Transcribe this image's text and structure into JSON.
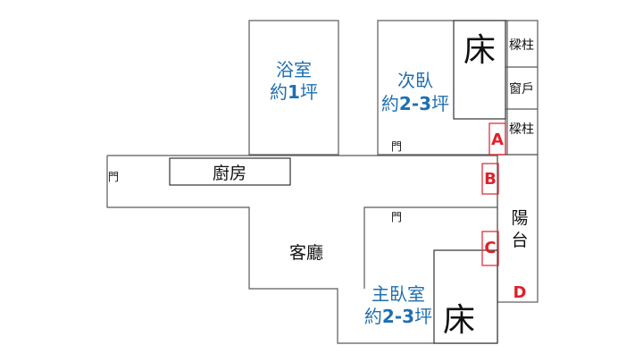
{
  "rooms": {
    "bathroom": {
      "line1": "浴室",
      "line2_prefix": "約",
      "line2_num": "1",
      "line2_suffix": "坪"
    },
    "second_bedroom": {
      "line1": "次臥",
      "line2_prefix": "約",
      "line2_num": "2-3",
      "line2_suffix": "坪"
    },
    "master_bedroom": {
      "line1": "主臥室",
      "line2_prefix": "約",
      "line2_num": "2-3",
      "line2_suffix": "坪"
    },
    "kitchen": "廚房",
    "living_room": "客廳",
    "balcony": {
      "char1": "陽",
      "char2": "台"
    }
  },
  "furniture": {
    "bed_upper": "床",
    "bed_lower": "床"
  },
  "fixtures": {
    "pillar_top": "樑柱",
    "window": "窗戶",
    "pillar_bottom": "樑柱"
  },
  "doors": {
    "left_entrance": "門",
    "second_bedroom_door": "門",
    "master_bedroom_door": "門"
  },
  "markers": [
    "A",
    "B",
    "C",
    "D"
  ],
  "colors": {
    "room_label": "#1f6fb0",
    "marker": "#e0202a",
    "wall": "#5a5a5a"
  }
}
